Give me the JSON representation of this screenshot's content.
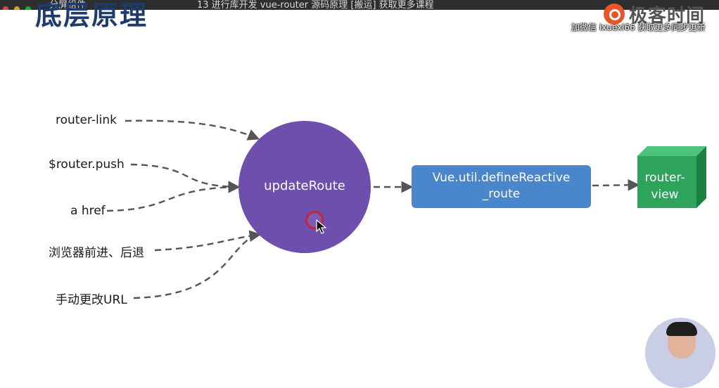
{
  "topbar": {
    "tab_label": "分屏组件",
    "title_text": "13 进行库开发 vue-router 源码原理 [搬运] 获取更多课程"
  },
  "slide": {
    "title": "底层原理"
  },
  "brand": {
    "logo_text": "极客时间",
    "watermark": "加微信 ixuexi66 获取更多同步更新"
  },
  "diagram": {
    "sources": [
      {
        "id": "router-link",
        "label": "router-link"
      },
      {
        "id": "router-push",
        "label": "$router.push"
      },
      {
        "id": "a-href",
        "label": "a href"
      },
      {
        "id": "browser-nav",
        "label": "浏览器前进、后退"
      },
      {
        "id": "manual-url",
        "label": "手动更改URL"
      }
    ],
    "center_node": {
      "label": "updateRoute",
      "color": "#6f4fae"
    },
    "reactive_node": {
      "line1": "Vue.util.defineReactive",
      "line2": "_route",
      "color": "#4a86cc"
    },
    "view_node": {
      "line1": "router-",
      "line2": "view",
      "color": "#2ea35c"
    },
    "edge_style": "dashed-arrow",
    "edge_color": "#555555"
  },
  "overlays": {
    "cursor": "pointer-with-click-ring",
    "webcam": "presenter-webcam"
  }
}
